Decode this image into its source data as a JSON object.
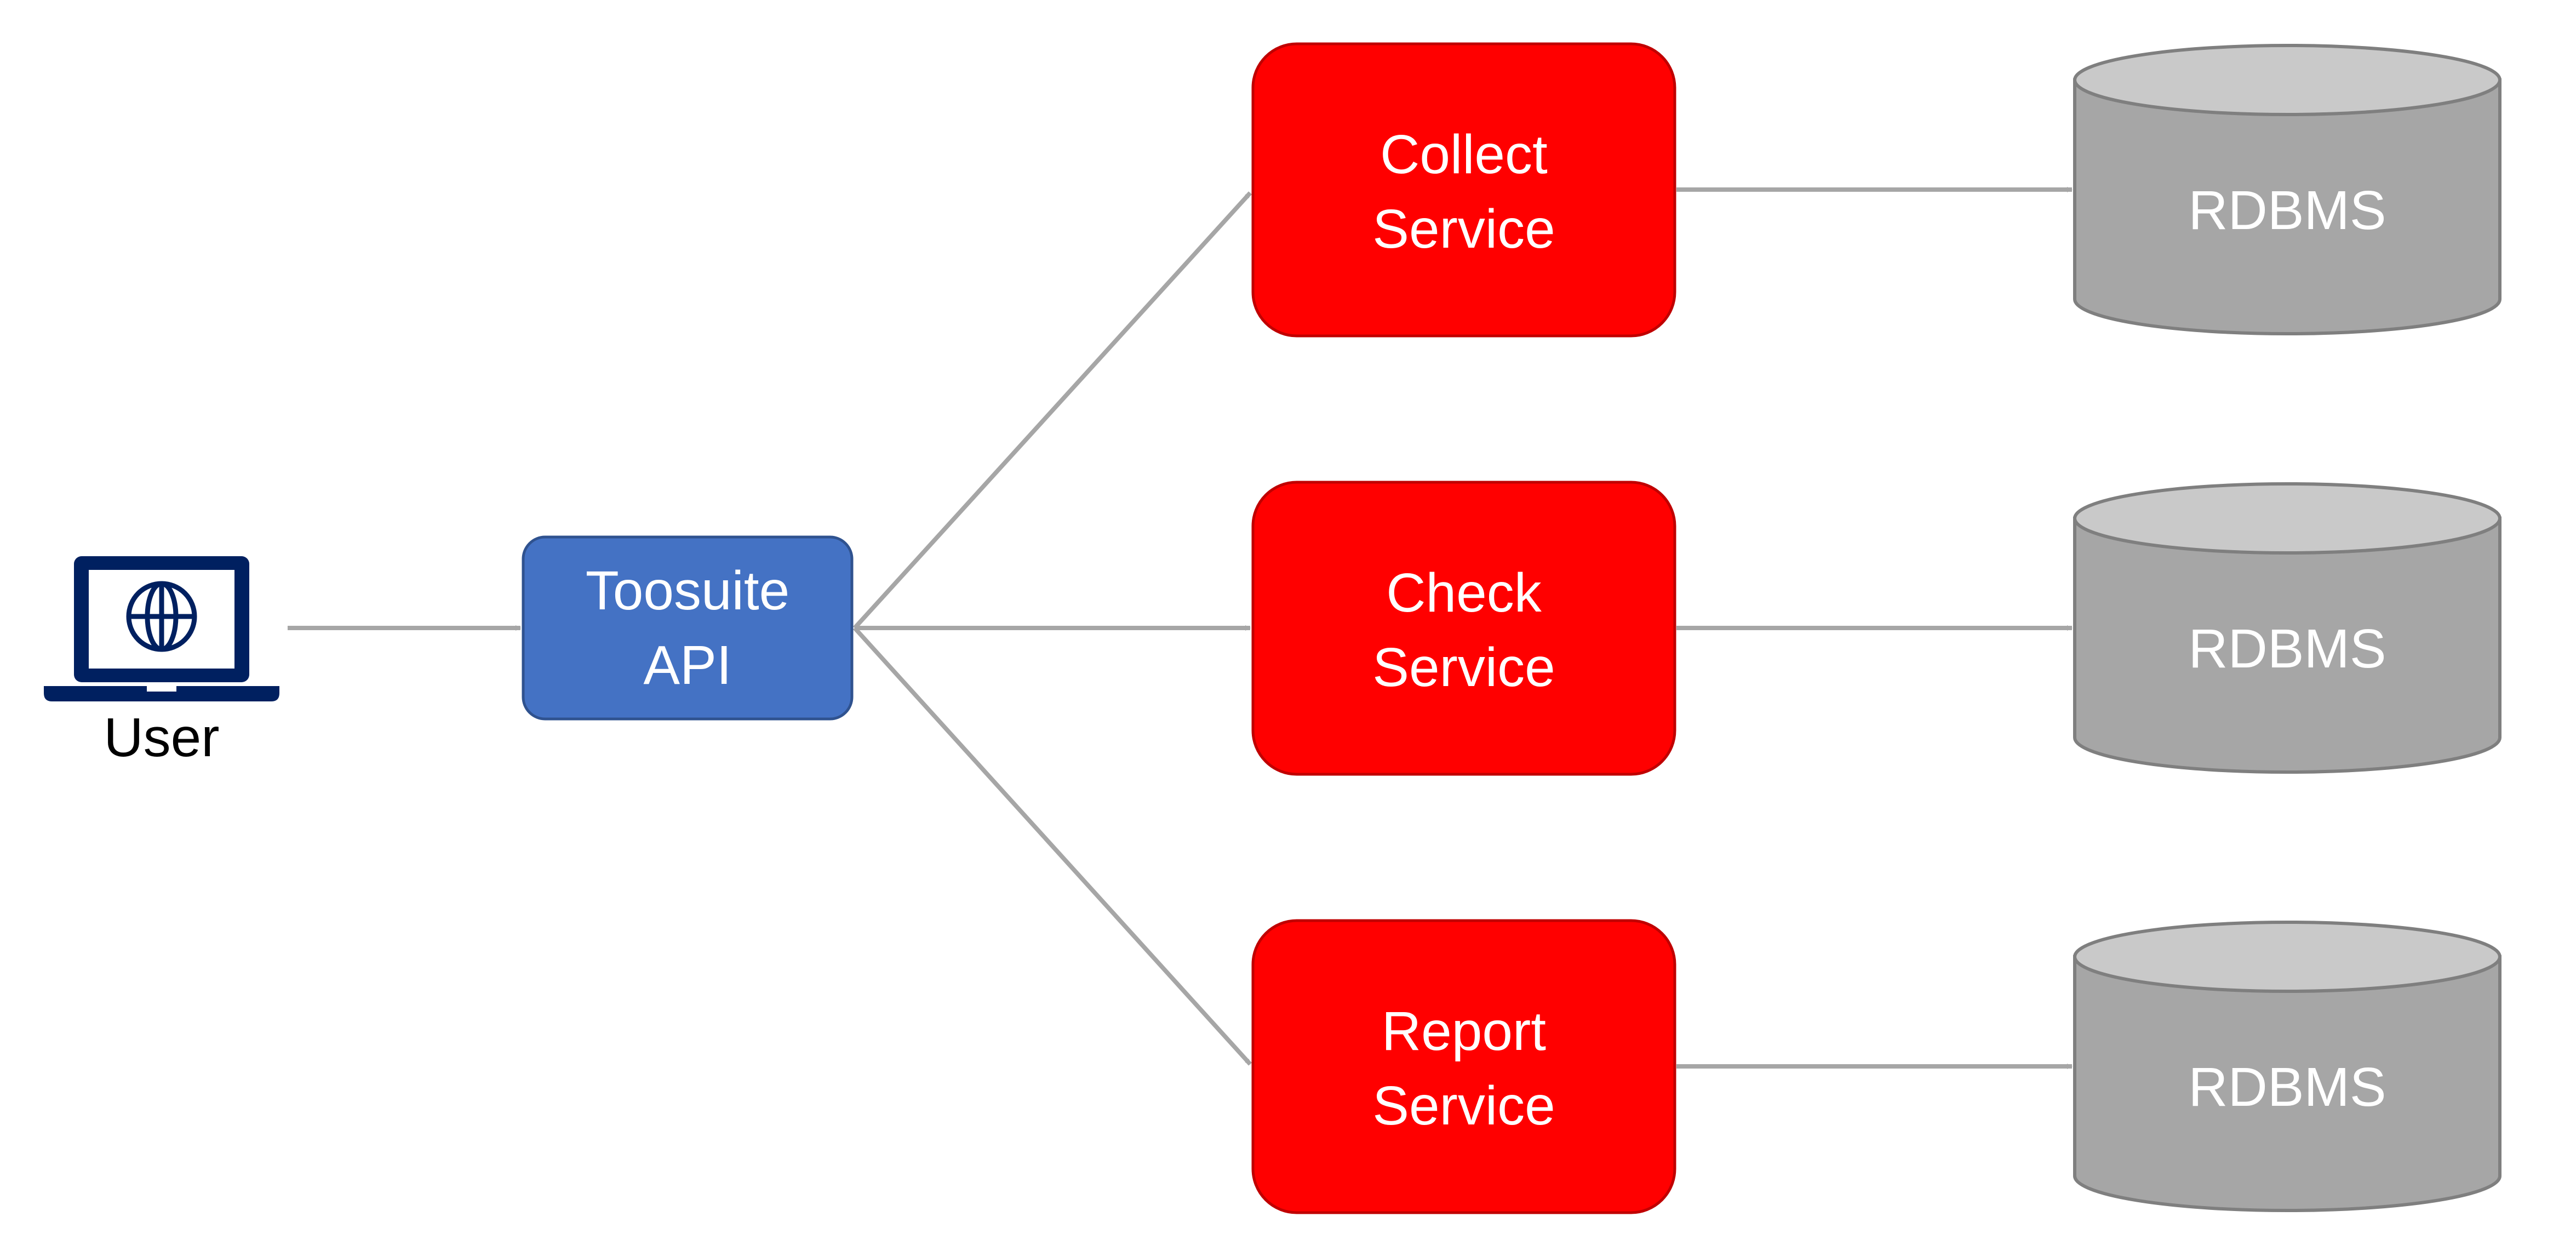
{
  "user": {
    "label": "User",
    "icon": "laptop-globe-icon"
  },
  "api": {
    "line1": "Toosuite",
    "line2": "API"
  },
  "services": [
    {
      "line1": "Collect",
      "line2": "Service"
    },
    {
      "line1": "Check",
      "line2": "Service"
    },
    {
      "line1": "Report",
      "line2": "Service"
    }
  ],
  "databases": [
    {
      "label": "RDBMS"
    },
    {
      "label": "RDBMS"
    },
    {
      "label": "RDBMS"
    }
  ],
  "colors": {
    "api_fill": "#4472c4",
    "api_stroke": "#2f528f",
    "service_fill": "#ff0000",
    "service_stroke": "#c00000",
    "db_body": "#a6a6a6",
    "db_top": "#c9c9c9",
    "db_stroke": "#7f7f7f",
    "arrow": "#a6a6a6",
    "icon": "#002060"
  }
}
